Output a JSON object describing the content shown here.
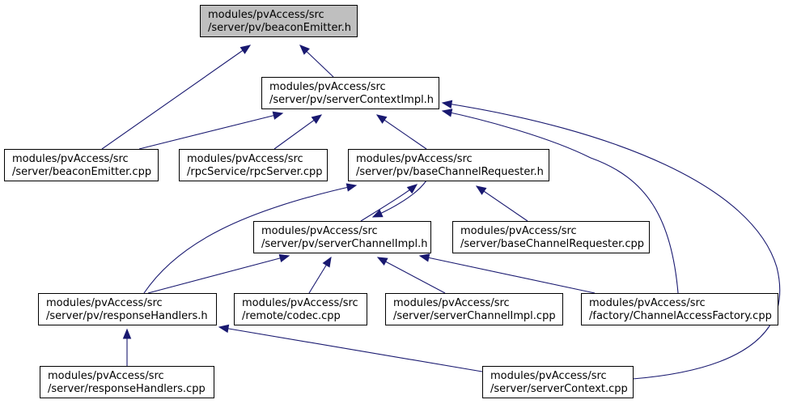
{
  "graph": {
    "nodes": [
      {
        "id": "beaconEmitter_h",
        "lines": [
          "modules/pvAccess/src",
          "/server/pv/beaconEmitter.h"
        ],
        "highlighted": true
      },
      {
        "id": "serverContextImpl_h",
        "lines": [
          "modules/pvAccess/src",
          "/server/pv/serverContextImpl.h"
        ]
      },
      {
        "id": "beaconEmitter_cpp",
        "lines": [
          "modules/pvAccess/src",
          "/server/beaconEmitter.cpp"
        ]
      },
      {
        "id": "rpcServer_cpp",
        "lines": [
          "modules/pvAccess/src",
          "/rpcService/rpcServer.cpp"
        ]
      },
      {
        "id": "baseChannelRequester_h",
        "lines": [
          "modules/pvAccess/src",
          "/server/pv/baseChannelRequester.h"
        ]
      },
      {
        "id": "serverChannelImpl_h",
        "lines": [
          "modules/pvAccess/src",
          "/server/pv/serverChannelImpl.h"
        ]
      },
      {
        "id": "baseChannelRequester_cpp",
        "lines": [
          "modules/pvAccess/src",
          "/server/baseChannelRequester.cpp"
        ]
      },
      {
        "id": "responseHandlers_h",
        "lines": [
          "modules/pvAccess/src",
          "/server/pv/responseHandlers.h"
        ]
      },
      {
        "id": "codec_cpp",
        "lines": [
          "modules/pvAccess/src",
          "/remote/codec.cpp"
        ]
      },
      {
        "id": "serverChannelImpl_cpp",
        "lines": [
          "modules/pvAccess/src",
          "/server/serverChannelImpl.cpp"
        ]
      },
      {
        "id": "ChannelAccessFactory_cpp",
        "lines": [
          "modules/pvAccess/src",
          "/factory/ChannelAccessFactory.cpp"
        ]
      },
      {
        "id": "responseHandlers_cpp",
        "lines": [
          "modules/pvAccess/src",
          "/server/responseHandlers.cpp"
        ]
      },
      {
        "id": "serverContext_cpp",
        "lines": [
          "modules/pvAccess/src",
          "/server/serverContext.cpp"
        ]
      }
    ],
    "edges": [
      {
        "from": "beaconEmitter_cpp",
        "to": "beaconEmitter_h"
      },
      {
        "from": "serverContextImpl_h",
        "to": "beaconEmitter_h"
      },
      {
        "from": "beaconEmitter_cpp",
        "to": "serverContextImpl_h"
      },
      {
        "from": "rpcServer_cpp",
        "to": "serverContextImpl_h"
      },
      {
        "from": "baseChannelRequester_h",
        "to": "serverContextImpl_h"
      },
      {
        "from": "ChannelAccessFactory_cpp",
        "to": "serverContextImpl_h"
      },
      {
        "from": "serverContext_cpp",
        "to": "serverContextImpl_h"
      },
      {
        "from": "serverChannelImpl_h",
        "to": "baseChannelRequester_h"
      },
      {
        "from": "baseChannelRequester_h",
        "to": "serverChannelImpl_h"
      },
      {
        "from": "baseChannelRequester_cpp",
        "to": "baseChannelRequester_h"
      },
      {
        "from": "responseHandlers_h",
        "to": "baseChannelRequester_h"
      },
      {
        "from": "responseHandlers_h",
        "to": "serverChannelImpl_h"
      },
      {
        "from": "codec_cpp",
        "to": "serverChannelImpl_h"
      },
      {
        "from": "serverChannelImpl_cpp",
        "to": "serverChannelImpl_h"
      },
      {
        "from": "ChannelAccessFactory_cpp",
        "to": "serverChannelImpl_h"
      },
      {
        "from": "responseHandlers_cpp",
        "to": "responseHandlers_h"
      },
      {
        "from": "serverContext_cpp",
        "to": "responseHandlers_h"
      }
    ]
  },
  "colors": {
    "edge": "#191970",
    "highlighted_fill": "#bfbfbf",
    "node_fill": "#ffffff",
    "node_border": "#000000"
  }
}
